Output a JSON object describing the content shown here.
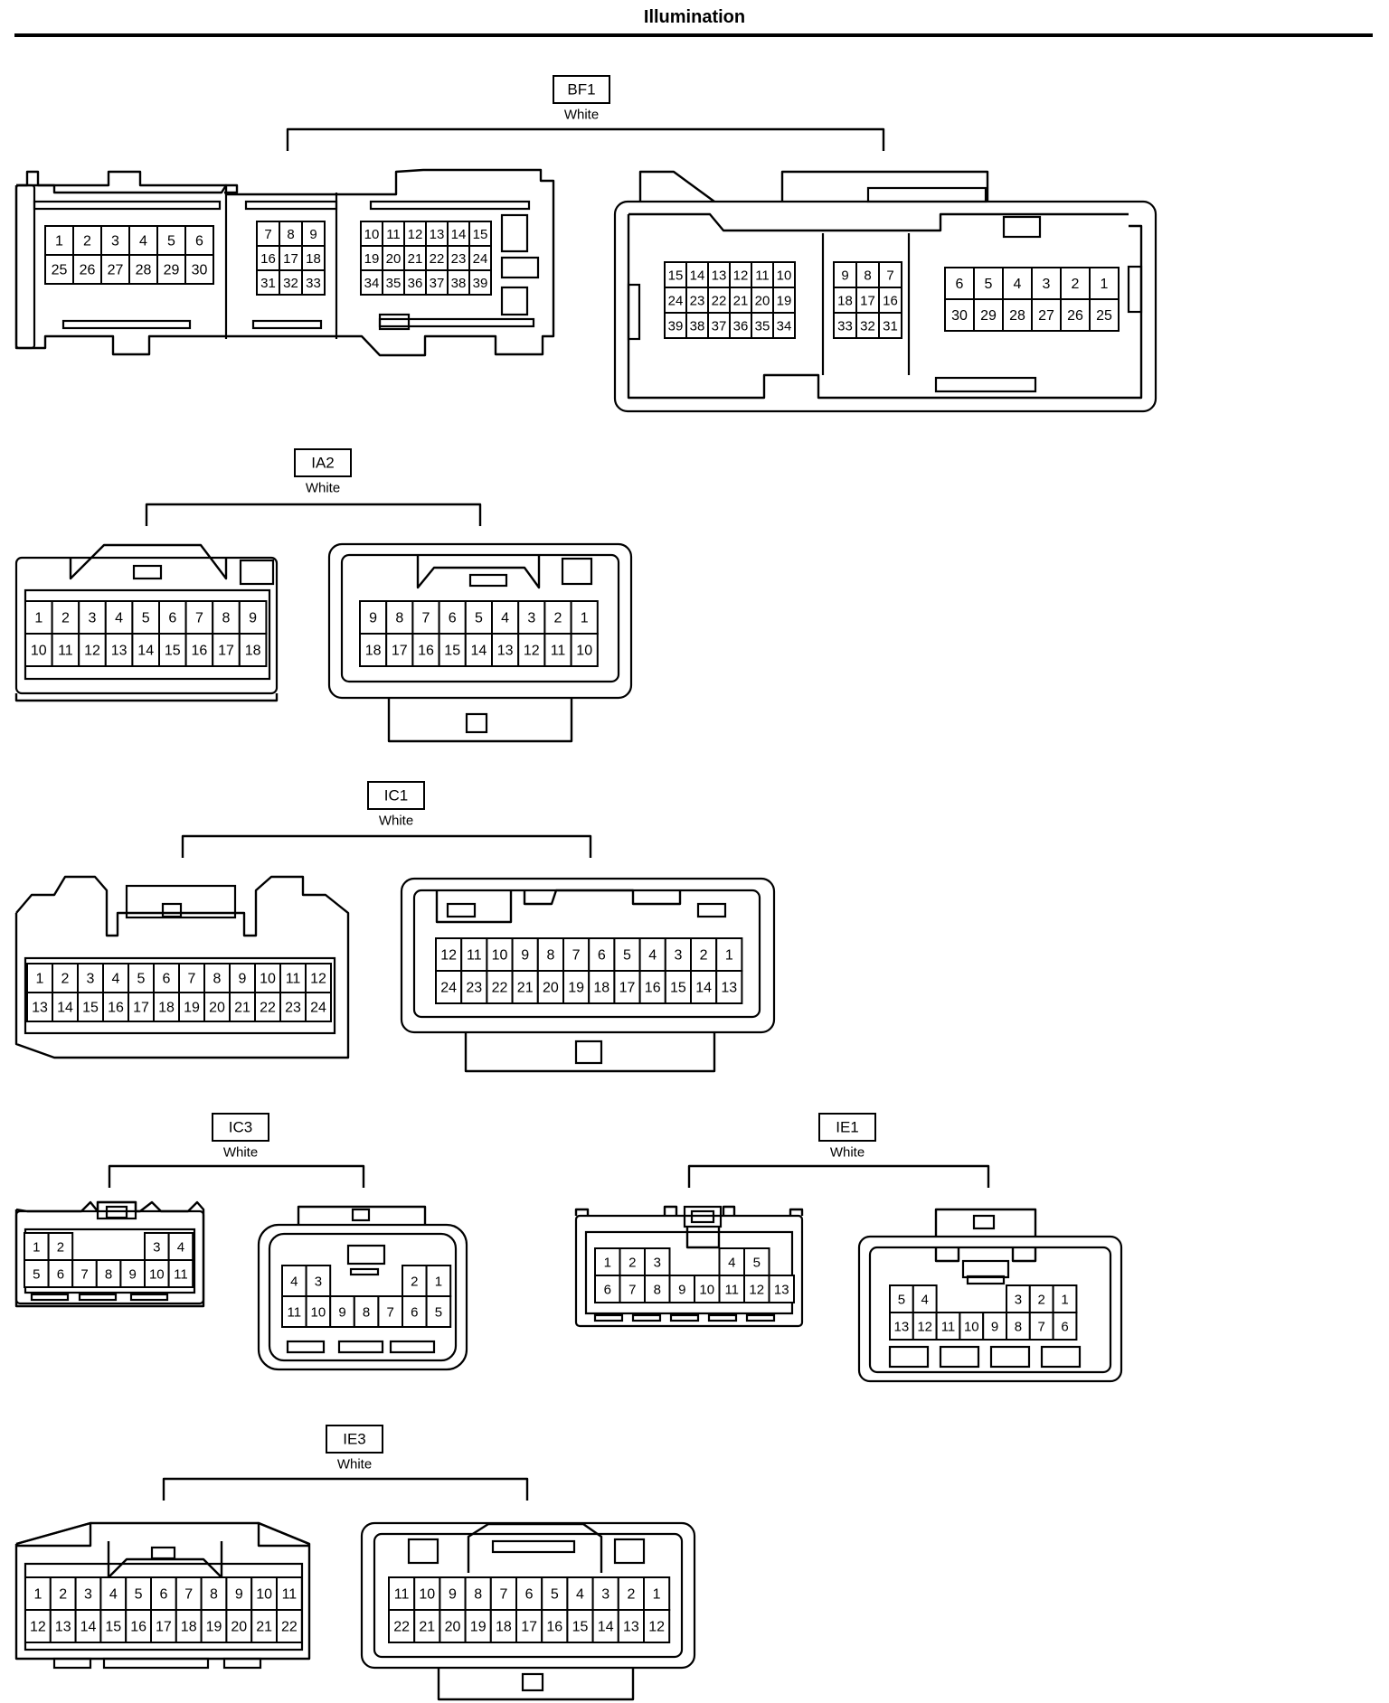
{
  "title": "Illumination",
  "connectors": [
    {
      "id": "BF1",
      "color": "White",
      "views": [
        {
          "blocks": [
            [
              [
                "1",
                "2",
                "3",
                "4",
                "5",
                "6"
              ],
              [
                "25",
                "26",
                "27",
                "28",
                "29",
                "30"
              ]
            ],
            [
              [
                "7",
                "8",
                "9"
              ],
              [
                "16",
                "17",
                "18"
              ],
              [
                "31",
                "32",
                "33"
              ]
            ],
            [
              [
                "10",
                "11",
                "12",
                "13",
                "14",
                "15"
              ],
              [
                "19",
                "20",
                "21",
                "22",
                "23",
                "24"
              ],
              [
                "34",
                "35",
                "36",
                "37",
                "38",
                "39"
              ]
            ]
          ]
        },
        {
          "blocks": [
            [
              [
                "15",
                "14",
                "13",
                "12",
                "11",
                "10"
              ],
              [
                "24",
                "23",
                "22",
                "21",
                "20",
                "19"
              ],
              [
                "39",
                "38",
                "37",
                "36",
                "35",
                "34"
              ]
            ],
            [
              [
                "9",
                "8",
                "7"
              ],
              [
                "18",
                "17",
                "16"
              ],
              [
                "33",
                "32",
                "31"
              ]
            ],
            [
              [
                "6",
                "5",
                "4",
                "3",
                "2",
                "1"
              ],
              [
                "30",
                "29",
                "28",
                "27",
                "26",
                "25"
              ]
            ]
          ]
        }
      ]
    },
    {
      "id": "IA2",
      "color": "White",
      "views": [
        {
          "blocks": [
            [
              [
                "1",
                "2",
                "3",
                "4",
                "5",
                "6",
                "7",
                "8",
                "9"
              ],
              [
                "10",
                "11",
                "12",
                "13",
                "14",
                "15",
                "16",
                "17",
                "18"
              ]
            ]
          ]
        },
        {
          "blocks": [
            [
              [
                "9",
                "8",
                "7",
                "6",
                "5",
                "4",
                "3",
                "2",
                "1"
              ],
              [
                "18",
                "17",
                "16",
                "15",
                "14",
                "13",
                "12",
                "11",
                "10"
              ]
            ]
          ]
        }
      ]
    },
    {
      "id": "IC1",
      "color": "White",
      "views": [
        {
          "blocks": [
            [
              [
                "1",
                "2",
                "3",
                "4",
                "5",
                "6",
                "7",
                "8",
                "9",
                "10",
                "11",
                "12"
              ],
              [
                "13",
                "14",
                "15",
                "16",
                "17",
                "18",
                "19",
                "20",
                "21",
                "22",
                "23",
                "24"
              ]
            ]
          ]
        },
        {
          "blocks": [
            [
              [
                "12",
                "11",
                "10",
                "9",
                "8",
                "7",
                "6",
                "5",
                "4",
                "3",
                "2",
                "1"
              ],
              [
                "24",
                "23",
                "22",
                "21",
                "20",
                "19",
                "18",
                "17",
                "16",
                "15",
                "14",
                "13"
              ]
            ]
          ]
        }
      ]
    },
    {
      "id": "IC3",
      "color": "White",
      "views": [
        {
          "blocks": [
            [
              [
                "1",
                "2",
                "",
                "",
                "",
                "3",
                "4"
              ],
              [
                "5",
                "6",
                "7",
                "8",
                "9",
                "10",
                "11"
              ]
            ]
          ]
        },
        {
          "blocks": [
            [
              [
                "4",
                "3",
                "",
                "",
                "",
                "2",
                "1"
              ],
              [
                "11",
                "10",
                "9",
                "8",
                "7",
                "6",
                "5"
              ]
            ]
          ]
        }
      ]
    },
    {
      "id": "IE1",
      "color": "White",
      "views": [
        {
          "blocks": [
            [
              [
                "1",
                "2",
                "3",
                "",
                "",
                "4",
                "5"
              ],
              [
                "6",
                "7",
                "8",
                "9",
                "10",
                "11",
                "12",
                "13"
              ]
            ]
          ]
        },
        {
          "blocks": [
            [
              [
                "5",
                "4",
                "",
                "",
                "",
                "3",
                "2",
                "1"
              ],
              [
                "13",
                "12",
                "11",
                "10",
                "9",
                "8",
                "7",
                "6"
              ]
            ]
          ]
        }
      ]
    },
    {
      "id": "IE3",
      "color": "White",
      "views": [
        {
          "blocks": [
            [
              [
                "1",
                "2",
                "3",
                "4",
                "5",
                "6",
                "7",
                "8",
                "9",
                "10",
                "11"
              ],
              [
                "12",
                "13",
                "14",
                "15",
                "16",
                "17",
                "18",
                "19",
                "20",
                "21",
                "22"
              ]
            ]
          ]
        },
        {
          "blocks": [
            [
              [
                "11",
                "10",
                "9",
                "8",
                "7",
                "6",
                "5",
                "4",
                "3",
                "2",
                "1"
              ],
              [
                "22",
                "21",
                "20",
                "19",
                "18",
                "17",
                "16",
                "15",
                "14",
                "13",
                "12"
              ]
            ]
          ]
        }
      ]
    }
  ]
}
